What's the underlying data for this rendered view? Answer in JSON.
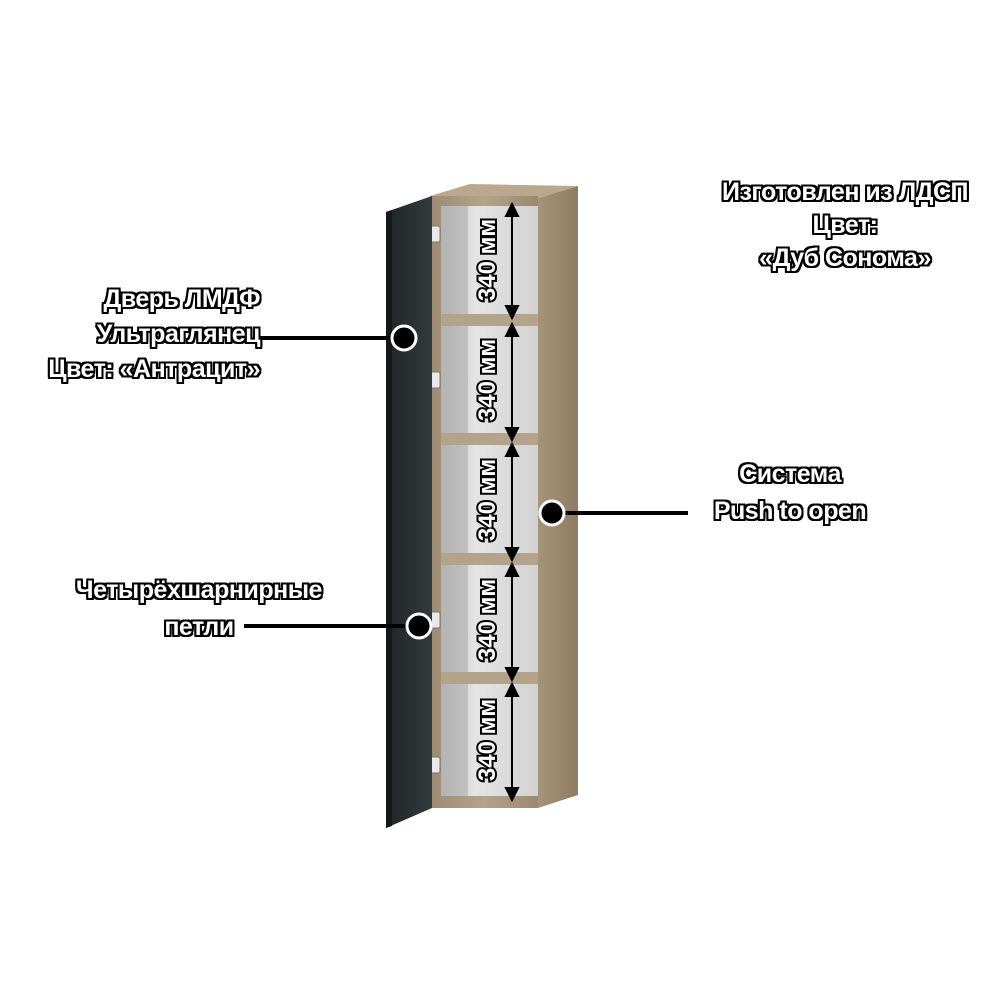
{
  "colors": {
    "door": "#2e3436",
    "oak": "#a89880",
    "interior": "#cfcfcf",
    "callout": "#000000"
  },
  "dimension_label": "340 мм",
  "shelf_count": 5,
  "callouts": {
    "material": {
      "lines": [
        "Изготовлен из ЛДСП",
        "Цвет:",
        "«Дуб Сонома»"
      ]
    },
    "door": {
      "lines": [
        "Дверь ЛМДФ",
        "Ультраглянец",
        "Цвет: «Антрацит»"
      ]
    },
    "push": {
      "lines": [
        "Система",
        "Push to open"
      ]
    },
    "hinges": {
      "lines": [
        "Четырёхшарнирные",
        "петли"
      ]
    }
  }
}
